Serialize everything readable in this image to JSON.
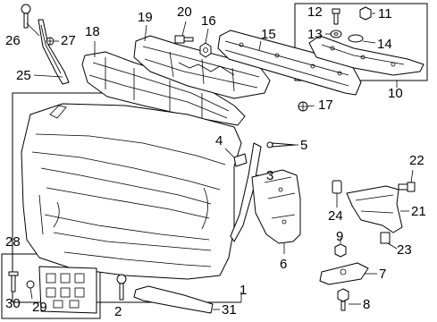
{
  "callouts": [
    {
      "id": "26",
      "label": "26"
    },
    {
      "id": "27",
      "label": "27"
    },
    {
      "id": "25",
      "label": "25"
    },
    {
      "id": "18",
      "label": "18"
    },
    {
      "id": "19",
      "label": "19"
    },
    {
      "id": "20",
      "label": "20"
    },
    {
      "id": "16",
      "label": "16"
    },
    {
      "id": "15",
      "label": "15"
    },
    {
      "id": "12",
      "label": "12"
    },
    {
      "id": "11",
      "label": "11"
    },
    {
      "id": "13",
      "label": "13"
    },
    {
      "id": "14",
      "label": "14"
    },
    {
      "id": "10",
      "label": "10"
    },
    {
      "id": "17",
      "label": "17"
    },
    {
      "id": "4",
      "label": "4"
    },
    {
      "id": "5",
      "label": "5"
    },
    {
      "id": "3",
      "label": "3"
    },
    {
      "id": "22",
      "label": "22"
    },
    {
      "id": "21",
      "label": "21"
    },
    {
      "id": "24",
      "label": "24"
    },
    {
      "id": "23",
      "label": "23"
    },
    {
      "id": "9",
      "label": "9"
    },
    {
      "id": "7",
      "label": "7"
    },
    {
      "id": "6",
      "label": "6"
    },
    {
      "id": "8",
      "label": "8"
    },
    {
      "id": "28",
      "label": "28"
    },
    {
      "id": "1",
      "label": "1"
    },
    {
      "id": "30",
      "label": "30"
    },
    {
      "id": "29",
      "label": "29"
    },
    {
      "id": "2",
      "label": "2"
    },
    {
      "id": "31",
      "label": "31"
    }
  ]
}
